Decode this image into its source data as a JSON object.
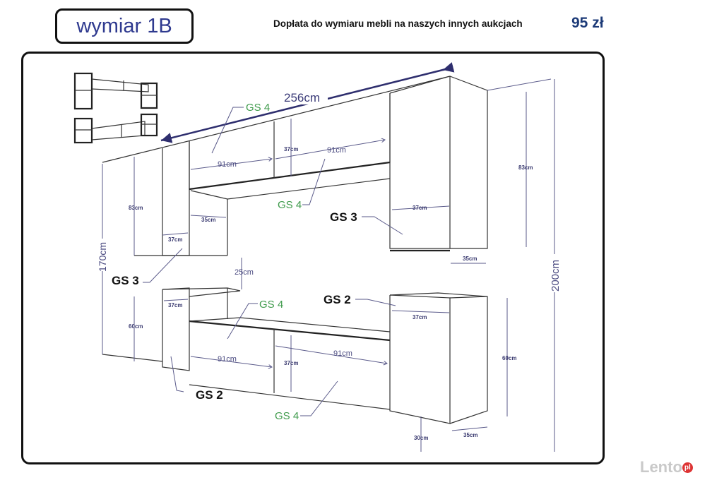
{
  "header": {
    "title": "wymiar 1B",
    "surcharge_text": "Dopłata do wymiaru mebli na naszych innych aukcjach",
    "price": "95 zł"
  },
  "diagram": {
    "total_width": "256cm",
    "gs_labels": {
      "gs4": "GS 4",
      "gs3": "GS 3",
      "gs2": "GS 2"
    },
    "dims": {
      "d91": "91cm",
      "d37": "37cm",
      "d83": "83cm",
      "d35": "35cm",
      "d25": "25cm",
      "d170": "170cm",
      "d200": "200cm",
      "d60": "60cm",
      "d30": "30cm"
    }
  },
  "watermark": {
    "text": "Lento",
    "suffix": "pl"
  },
  "colors": {
    "title": "#2f3a8f",
    "gs4": "#3f9b4c",
    "dimension": "#4a4a80"
  }
}
